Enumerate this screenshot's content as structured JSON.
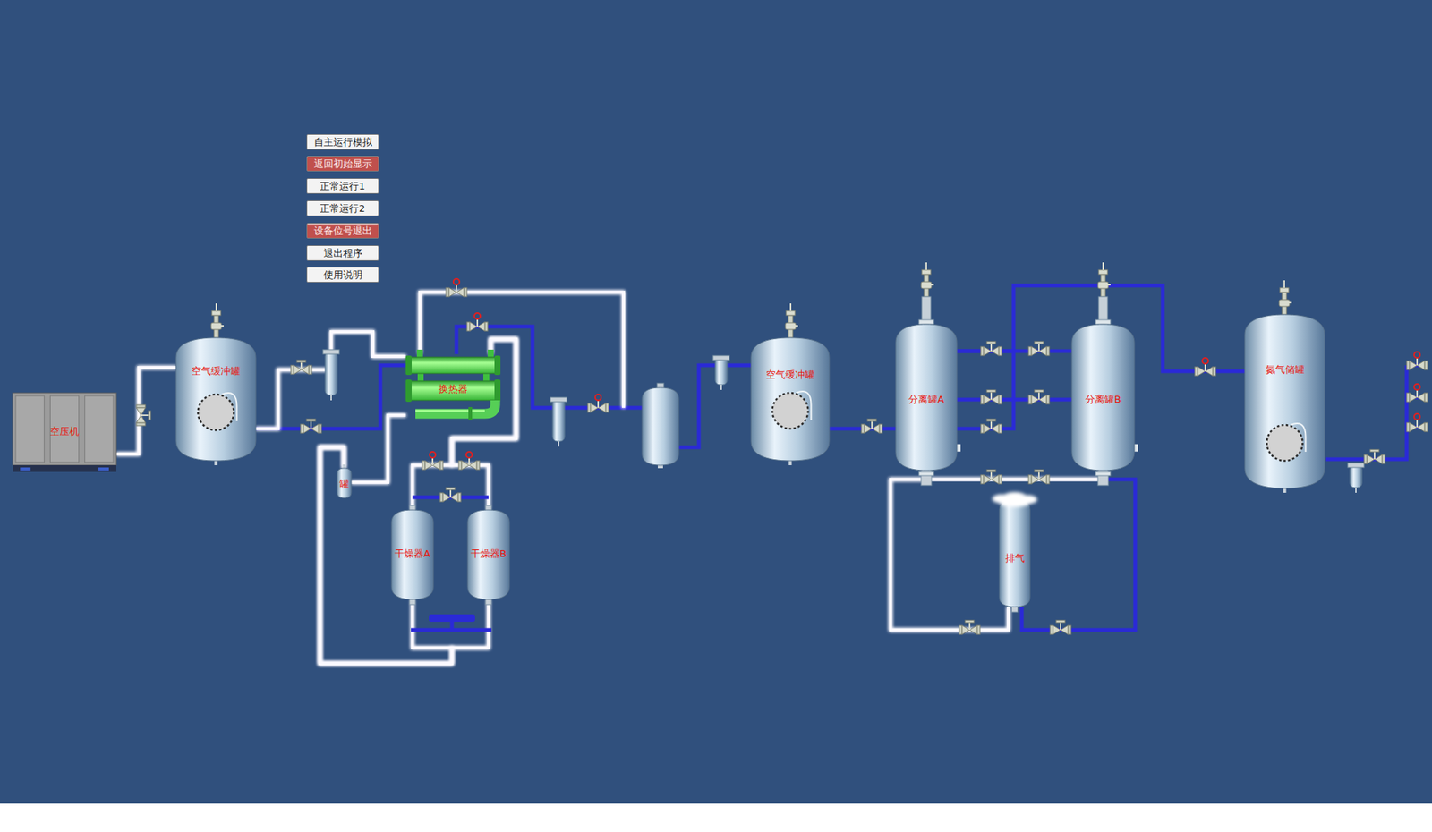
{
  "diagram": {
    "nodes": [
      {
        "text": [
          "自主运行模拟"
        ]
      },
      {
        "text": [
          "返回初始显示"
        ]
      },
      {
        "text": [
          "正常运行1"
        ]
      },
      {
        "text": [
          "正常运行2"
        ]
      },
      {
        "text": [
          "设备位号退出"
        ]
      },
      {
        "text": [
          "退出程序"
        ]
      },
      {
        "text": [
          "使用说明"
        ]
      },
      {
        "text": [
          "空压机"
        ]
      },
      {
        "text": [
          "空气缓冲罐"
        ]
      },
      {
        "text": [
          "换热器"
        ]
      },
      {
        "text": [
          "罐"
        ]
      },
      {
        "text": [
          "干燥器A"
        ]
      },
      {
        "text": [
          "干燥器B"
        ]
      },
      {
        "text": [
          "空气缓冲罐"
        ]
      },
      {
        "text": [
          "分离罐A"
        ]
      },
      {
        "text": [
          "分离罐B"
        ]
      },
      {
        "text": [
          "排气"
        ]
      },
      {
        "text": [
          "氮气储罐"
        ]
      }
    ],
    "edges": [
      {
        "from": 7,
        "to": 8,
        "arrow": "none"
      },
      {
        "from": 8,
        "to": 9,
        "arrow": "none"
      },
      {
        "from": 8,
        "to": 9,
        "arrow": "none"
      },
      {
        "from": 9,
        "to": 10,
        "arrow": "none"
      },
      {
        "from": 9,
        "to": 11,
        "arrow": "none"
      },
      {
        "from": 9,
        "to": 12,
        "arrow": "none"
      },
      {
        "from": 10,
        "to": 11,
        "arrow": "none"
      },
      {
        "from": 10,
        "to": 12,
        "arrow": "none"
      },
      {
        "from": 9,
        "to": 13,
        "arrow": "none"
      },
      {
        "from": 13,
        "to": 14,
        "arrow": "none"
      },
      {
        "from": 14,
        "to": 15,
        "arrow": "none"
      },
      {
        "from": 14,
        "to": 15,
        "arrow": "none"
      },
      {
        "from": 14,
        "to": 15,
        "arrow": "none"
      },
      {
        "from": 14,
        "to": 17,
        "arrow": "none"
      },
      {
        "from": 14,
        "to": 16,
        "arrow": "none"
      },
      {
        "from": 15,
        "to": 16,
        "arrow": "none"
      }
    ]
  }
}
